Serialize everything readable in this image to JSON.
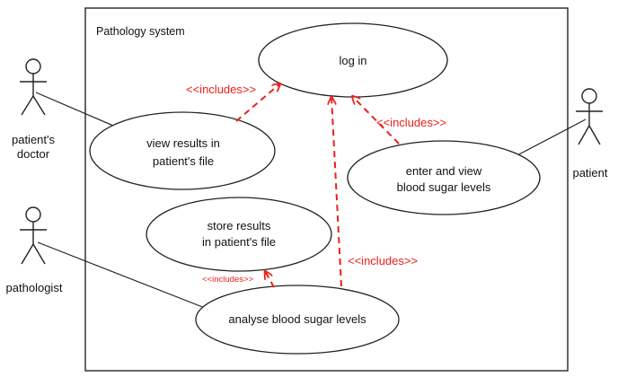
{
  "system": {
    "title": "Pathology system"
  },
  "actors": {
    "doctor": {
      "line1": "patient's",
      "line2": "doctor"
    },
    "pathologist": {
      "label": "pathologist"
    },
    "patient": {
      "label": "patient"
    }
  },
  "use_cases": {
    "login": {
      "label": "log in"
    },
    "view_results": {
      "line1": "view results in",
      "line2": "patient's file"
    },
    "enter_view": {
      "line1": "enter and view",
      "line2": "blood sugar levels"
    },
    "store_results": {
      "line1": "store results",
      "line2": "in patient's file"
    },
    "analyse": {
      "label": "analyse blood sugar levels"
    }
  },
  "relations": {
    "includes_1": "<<includes>>",
    "includes_2": "<<includes>>",
    "includes_3": "<<includes>>",
    "includes_4": "<<includes>>"
  },
  "colors": {
    "include_arrow": "#e8211c",
    "line": "#222222",
    "text": "#111111"
  }
}
